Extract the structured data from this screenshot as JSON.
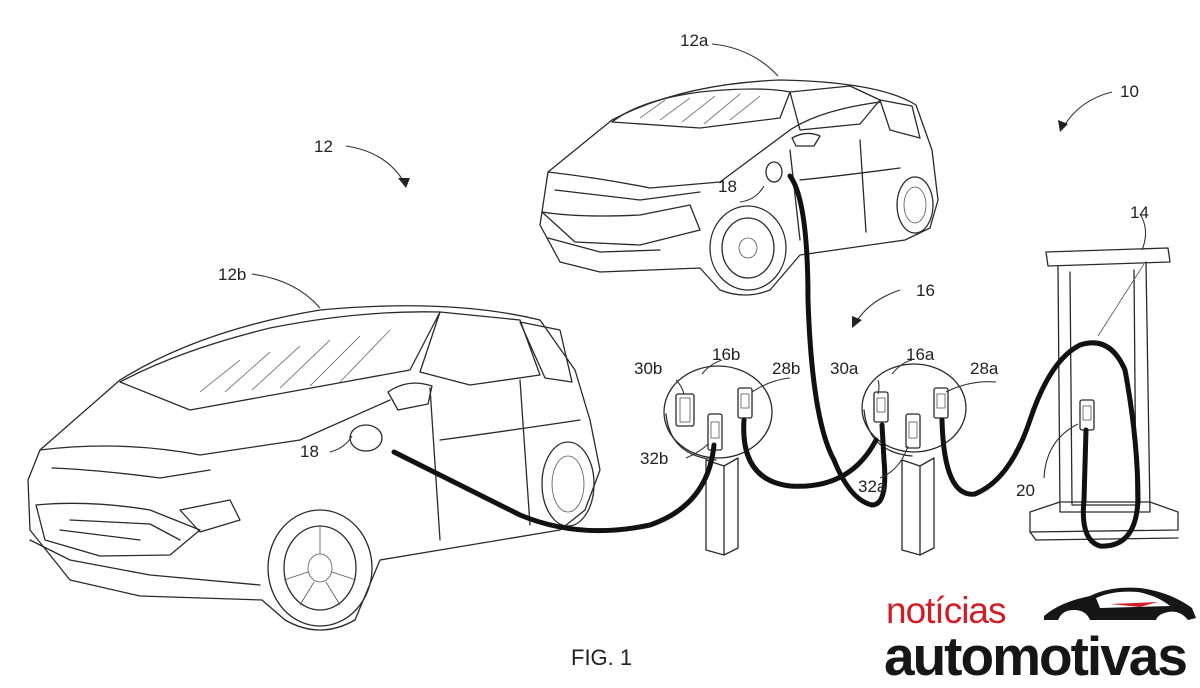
{
  "figure": {
    "caption": "FIG. 1",
    "labels": {
      "system": "10",
      "vehicle_group": "12",
      "vehicle_a": "12a",
      "vehicle_b": "12b",
      "charger": "14",
      "connector_group": "16",
      "connector_a": "16a",
      "connector_b": "16b",
      "port_a": "18",
      "port_b": "18",
      "plug": "20",
      "plug_28a": "28a",
      "plug_28b": "28b",
      "plug_30a": "30a",
      "plug_30b": "30b",
      "plug_32a": "32a",
      "plug_32b": "32b"
    }
  },
  "watermark": {
    "top_text": "notícias",
    "bottom_text": "automotivas",
    "top_color": "#d21d25",
    "bottom_color": "#161616"
  }
}
